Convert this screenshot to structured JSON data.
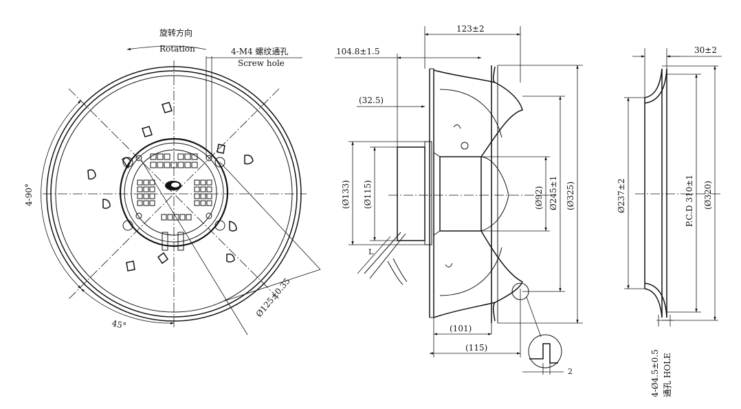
{
  "front_view": {
    "rotation_cn": "旋转方向",
    "rotation_en": "Rotation",
    "screw_hole_cn": "4-M4 螺纹通孔",
    "screw_hole_en": "Screw hole",
    "angle_4x90": "4-90°",
    "angle_45": "45°",
    "dia_125": "Ø125±0.35"
  },
  "side_view": {
    "overall_depth": "123±2",
    "depth_1048": "104.8±1.5",
    "depth_325": "(32.5)",
    "dia_133": "(Ø133)",
    "dia_115": "(Ø115)",
    "dia_92": "(Ø92)",
    "dia_245": "Ø245±1",
    "dia_325": "(Ø325)",
    "len_101": "(101)",
    "len_115": "(115)",
    "cable_L": "L",
    "detail_2": "2"
  },
  "ring_view": {
    "width_30": "30±2",
    "dia_237": "Ø237±2",
    "pcd": "P.C.D 310±1",
    "dia_320": "(Ø320)",
    "hole_label": "4-Ø4.5±0.5",
    "hole_cn": "通孔 HOLE"
  },
  "colors": {
    "line": "#111111",
    "background": "#ffffff"
  }
}
